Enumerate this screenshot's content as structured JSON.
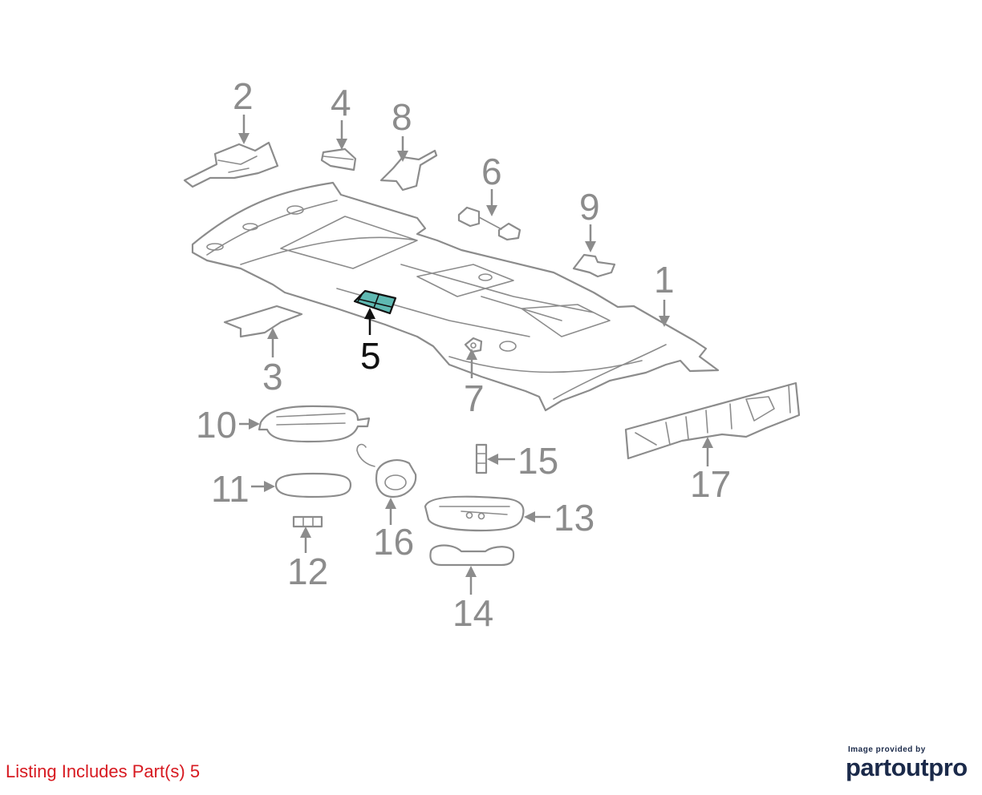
{
  "callouts": {
    "c1": "1",
    "c2": "2",
    "c3": "3",
    "c4": "4",
    "c5": "5",
    "c6": "6",
    "c7": "7",
    "c8": "8",
    "c9": "9",
    "c10": "10",
    "c11": "11",
    "c12": "12",
    "c13": "13",
    "c14": "14",
    "c15": "15",
    "c16": "16",
    "c17": "17"
  },
  "highlighted_part": "5",
  "colors": {
    "highlight_fill": "#5fb9b2",
    "line_gray": "#8c8c8c",
    "listing_red": "#d71920",
    "brand_navy": "#1b2a4a"
  },
  "footer": {
    "listing_text": "Listing Includes Part(s) 5",
    "credit_small": "Image provided by",
    "credit_logo": "partoutpro"
  }
}
